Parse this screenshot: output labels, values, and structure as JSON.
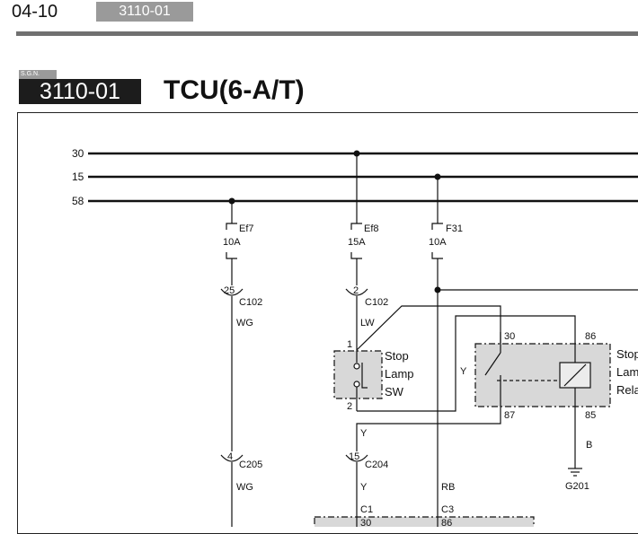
{
  "header": {
    "page_number": "04-10",
    "section_badge": "3110-01",
    "sgn_tag": "S.G.N.",
    "sgn_code": "3110-01",
    "title": "TCU(6-A/T)"
  },
  "diagram": {
    "buses": [
      {
        "label": "30"
      },
      {
        "label": "15"
      },
      {
        "label": "58"
      }
    ],
    "fuses": [
      {
        "name": "Ef7",
        "rating": "10A"
      },
      {
        "name": "Ef8",
        "rating": "15A"
      },
      {
        "name": "F31",
        "rating": "10A"
      }
    ],
    "connectors": {
      "c102_a_pin": "25",
      "c102_a_name": "C102",
      "c102_b_pin": "2",
      "c102_b_name": "C102",
      "c205_pin": "4",
      "c205_name": "C205",
      "c204_pin": "15",
      "c204_name": "C204"
    },
    "wires": {
      "wg_upper": "WG",
      "wg_lower": "WG",
      "lw": "LW",
      "y_relay": "Y",
      "y_out": "Y",
      "y_lower": "Y",
      "rb": "RB",
      "b": "B"
    },
    "stop_lamp_switch": {
      "label_line1": "Stop",
      "label_line2": "Lamp",
      "label_line3": "SW",
      "pin_top": "1",
      "pin_bottom": "2"
    },
    "relay": {
      "label_line1": "Stop",
      "label_line2": "Lamp",
      "label_line3": "Relay",
      "pin_30": "30",
      "pin_86": "86",
      "pin_87": "87",
      "pin_85": "85"
    },
    "ground": {
      "name": "G201"
    },
    "module_pins": {
      "c1": "C1",
      "c1_pin": "30",
      "c3": "C3",
      "c3_pin": "86"
    }
  }
}
